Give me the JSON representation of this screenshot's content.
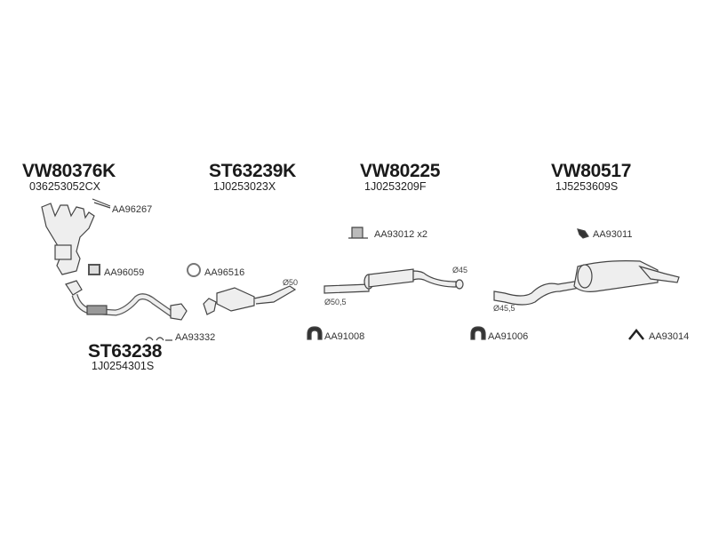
{
  "groups": [
    {
      "code": "VW80376K",
      "oem": "036253052CX"
    },
    {
      "code": "ST63239K",
      "oem": "1J0253023X"
    },
    {
      "code": "VW80225",
      "oem": "1J0253209F"
    },
    {
      "code": "VW80517",
      "oem": "1J5253609S"
    },
    {
      "code": "ST63238",
      "oem": "1J0254301S"
    }
  ],
  "accessories": {
    "gasket_manifold": "AA96267",
    "gasket_square": "AA96059",
    "gasket_ring": "AA96516",
    "bolt_kit": "AA93332",
    "mount_middle": "AA93012 x2",
    "clamp_middle": "AA91008",
    "clamp_rear": "AA91006",
    "mount_rear": "AA93011",
    "hanger_rear": "AA93014"
  },
  "diameters": {
    "cat_outlet": "Ø50",
    "middle_in": "Ø50,5",
    "middle_out": "Ø45",
    "rear_in": "Ø45,5"
  }
}
